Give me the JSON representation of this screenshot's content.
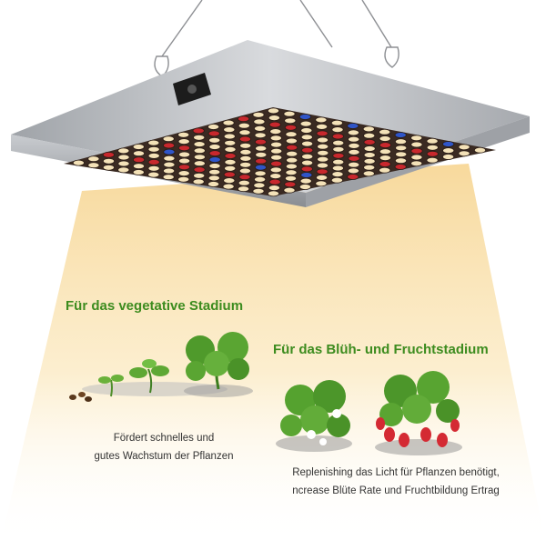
{
  "product": {
    "name": "LED grow light panel",
    "led_colors": {
      "warm_white": "#f4e2b8",
      "red": "#c8282d",
      "blue": "#2f55c8",
      "housing": "#b9bcc2",
      "light_beam": "#fbe6b3"
    }
  },
  "stages": {
    "vegetative": {
      "title": "Für das vegetative Stadium",
      "caption_line1": "Fördert schnelles und",
      "caption_line2": "gutes Wachstum der Pflanzen"
    },
    "flowering": {
      "title": "Für das Blüh- und Fruchtstadium",
      "caption_line1": "Replenishing das Licht für Pflanzen benötigt,",
      "caption_line2": "ncrease Blüte Rate und Fruchtbildung Ertrag"
    }
  },
  "accent_color": "#3d8c1f"
}
